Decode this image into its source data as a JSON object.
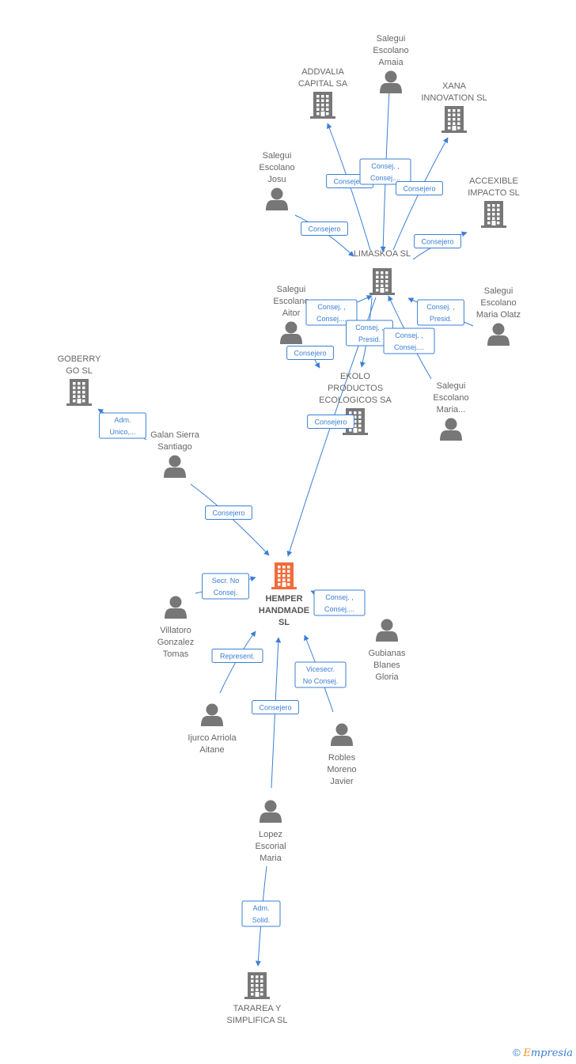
{
  "colors": {
    "edge": "#3b7fd4",
    "node": "#777777",
    "main_node": "#f26b3a",
    "label": "#666666"
  },
  "nodes": [
    {
      "id": "hemper",
      "type": "company",
      "main": true,
      "lines": [
        "HEMPER",
        "HANDMADE",
        "SL"
      ],
      "icon": "building-icon"
    },
    {
      "id": "limaskoa",
      "type": "company",
      "lines": [
        "LIMASKOA SL"
      ],
      "icon": "building-icon"
    },
    {
      "id": "addvalia",
      "type": "company",
      "lines": [
        "ADDVALIA",
        "CAPITAL SA"
      ],
      "icon": "building-icon"
    },
    {
      "id": "xana",
      "type": "company",
      "lines": [
        "XANA",
        "INNOVATION  SL"
      ],
      "icon": "building-icon"
    },
    {
      "id": "accexible",
      "type": "company",
      "lines": [
        "ACCEXIBLE",
        "IMPACTO  SL"
      ],
      "icon": "building-icon"
    },
    {
      "id": "ekolo",
      "type": "company",
      "lines": [
        "EKOLO",
        "PRODUCTOS",
        "ECOLOGICOS SA"
      ],
      "icon": "building-icon"
    },
    {
      "id": "goberry",
      "type": "company",
      "lines": [
        "GOBERRY",
        "GO  SL"
      ],
      "icon": "building-icon"
    },
    {
      "id": "tararea",
      "type": "company",
      "lines": [
        "TARAREA Y",
        "SIMPLIFICA SL"
      ],
      "icon": "building-icon"
    },
    {
      "id": "amaia",
      "type": "person",
      "lines": [
        "Salegui",
        "Escolano",
        "Amaia"
      ],
      "icon": "person-icon"
    },
    {
      "id": "josu",
      "type": "person",
      "lines": [
        "Salegui",
        "Escolano",
        "Josu"
      ],
      "icon": "person-icon"
    },
    {
      "id": "aitor",
      "type": "person",
      "lines": [
        "Salegui",
        "Escolano",
        "Aitor"
      ],
      "icon": "person-icon"
    },
    {
      "id": "olatz",
      "type": "person",
      "lines": [
        "Salegui",
        "Escolano",
        "Maria Olatz"
      ],
      "icon": "person-icon"
    },
    {
      "id": "mariadots",
      "type": "person",
      "lines": [
        "Salegui",
        "Escolano",
        "Maria..."
      ],
      "icon": "person-icon"
    },
    {
      "id": "galan",
      "type": "person",
      "lines": [
        "Galan Sierra",
        "Santiago"
      ],
      "icon": "person-icon"
    },
    {
      "id": "villatoro",
      "type": "person",
      "lines": [
        "Villatoro",
        "Gonzalez",
        "Tomas"
      ],
      "icon": "person-icon"
    },
    {
      "id": "gubianas",
      "type": "person",
      "lines": [
        "Gubianas",
        "Blanes",
        "Gloria"
      ],
      "icon": "person-icon"
    },
    {
      "id": "ijurco",
      "type": "person",
      "lines": [
        "Ijurco Arriola",
        "Aitane"
      ],
      "icon": "person-icon"
    },
    {
      "id": "robles",
      "type": "person",
      "lines": [
        "Robles",
        "Moreno",
        "Javier"
      ],
      "icon": "person-icon"
    },
    {
      "id": "lopez",
      "type": "person",
      "lines": [
        "Lopez",
        "Escorial",
        "Maria"
      ],
      "icon": "person-icon"
    }
  ],
  "edges": [
    {
      "from": "limaskoa",
      "to": "addvalia",
      "label": [
        "Consejero"
      ]
    },
    {
      "from": "amaia",
      "to": "limaskoa",
      "label": [
        "Consej. ,",
        "Consej...."
      ]
    },
    {
      "from": "limaskoa",
      "to": "xana",
      "label": [
        "Consejero"
      ]
    },
    {
      "from": "limaskoa",
      "to": "accexible",
      "label": [
        "Consejero"
      ]
    },
    {
      "from": "josu",
      "to": "limaskoa",
      "label": [
        "Consejero"
      ]
    },
    {
      "from": "aitor",
      "to": "limaskoa",
      "label": [
        "Consej. ,",
        "Consej...."
      ]
    },
    {
      "from": "aitor",
      "to": "ekolo",
      "label": [
        "Consejero"
      ]
    },
    {
      "from": "olatz",
      "to": "limaskoa",
      "label": [
        "Consej. ,",
        "Presid."
      ]
    },
    {
      "from": "limaskoa",
      "to": "ekolo",
      "label": [
        "Consej. ,",
        "Presid."
      ]
    },
    {
      "from": "mariadots",
      "to": "limaskoa",
      "label": [
        "Consej. ,",
        "Consej...."
      ]
    },
    {
      "from": "limaskoa",
      "to": "hemper",
      "label": [
        "Consejero"
      ]
    },
    {
      "from": "galan",
      "to": "goberry",
      "label": [
        "Adm.",
        "Unico,..."
      ]
    },
    {
      "from": "galan",
      "to": "hemper",
      "label": [
        "Consejero"
      ]
    },
    {
      "from": "villatoro",
      "to": "hemper",
      "label": [
        "Secr.  No",
        "Consej."
      ]
    },
    {
      "from": "gubianas",
      "to": "hemper",
      "label": [
        "Consej. ,",
        "Consej...."
      ]
    },
    {
      "from": "ijurco",
      "to": "hemper",
      "label": [
        "Represent."
      ]
    },
    {
      "from": "robles",
      "to": "hemper",
      "label": [
        "Vicesecr.",
        "No Consej."
      ]
    },
    {
      "from": "lopez",
      "to": "hemper",
      "label": [
        "Consejero"
      ]
    },
    {
      "from": "lopez",
      "to": "tararea",
      "label": [
        "Adm.",
        "Solid."
      ]
    }
  ],
  "footer": {
    "copyright_symbol": "©",
    "brand_first": "E",
    "brand_rest": "mpresia"
  }
}
